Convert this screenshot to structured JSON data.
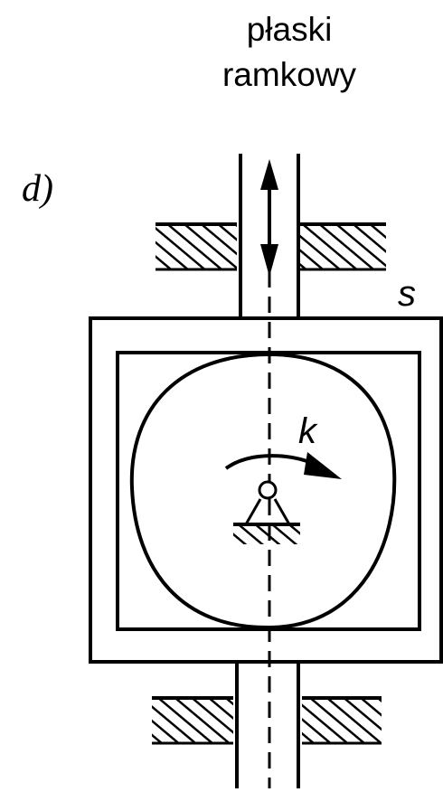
{
  "title": {
    "line1": "płaski",
    "line2": "ramkowy"
  },
  "diagram": {
    "panel_label": "d)",
    "follower_label": "s",
    "cam_label": "k"
  },
  "colors": {
    "ink": "#000000",
    "background": "#ffffff"
  }
}
